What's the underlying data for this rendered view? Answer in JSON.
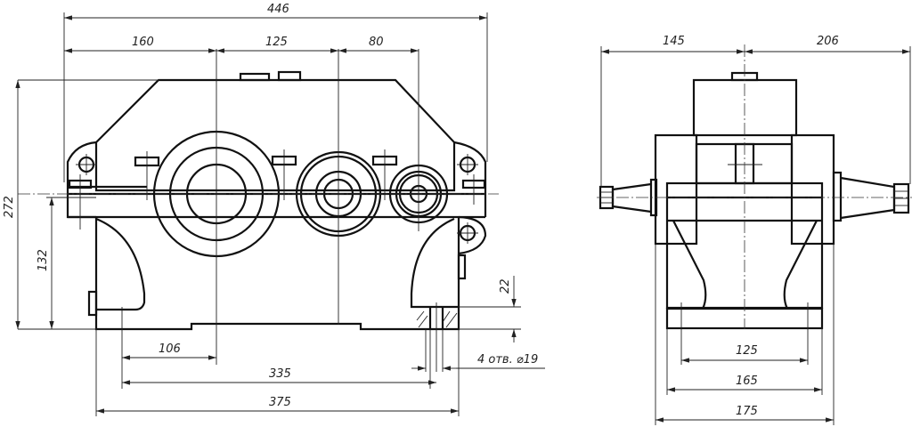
{
  "drawing": {
    "title": "Gear reducer — overall and mounting dimensions",
    "front_view": {
      "dimensions": {
        "overall_length": "446",
        "shaft_spacing_1": "160",
        "shaft_spacing_2": "125",
        "shaft_spacing_3": "80",
        "overall_height": "272",
        "shaft_axis_height": "132",
        "foot_thickness": "22",
        "to_first_shaft": "106",
        "bolt_spacing": "335",
        "base_length": "375",
        "mounting_holes": "4 отв. ⌀19"
      }
    },
    "side_view": {
      "dimensions": {
        "shaft_left": "145",
        "shaft_right": "206",
        "bolt_spacing": "125",
        "base_width_inner": "165",
        "base_width_outer": "175"
      }
    }
  }
}
